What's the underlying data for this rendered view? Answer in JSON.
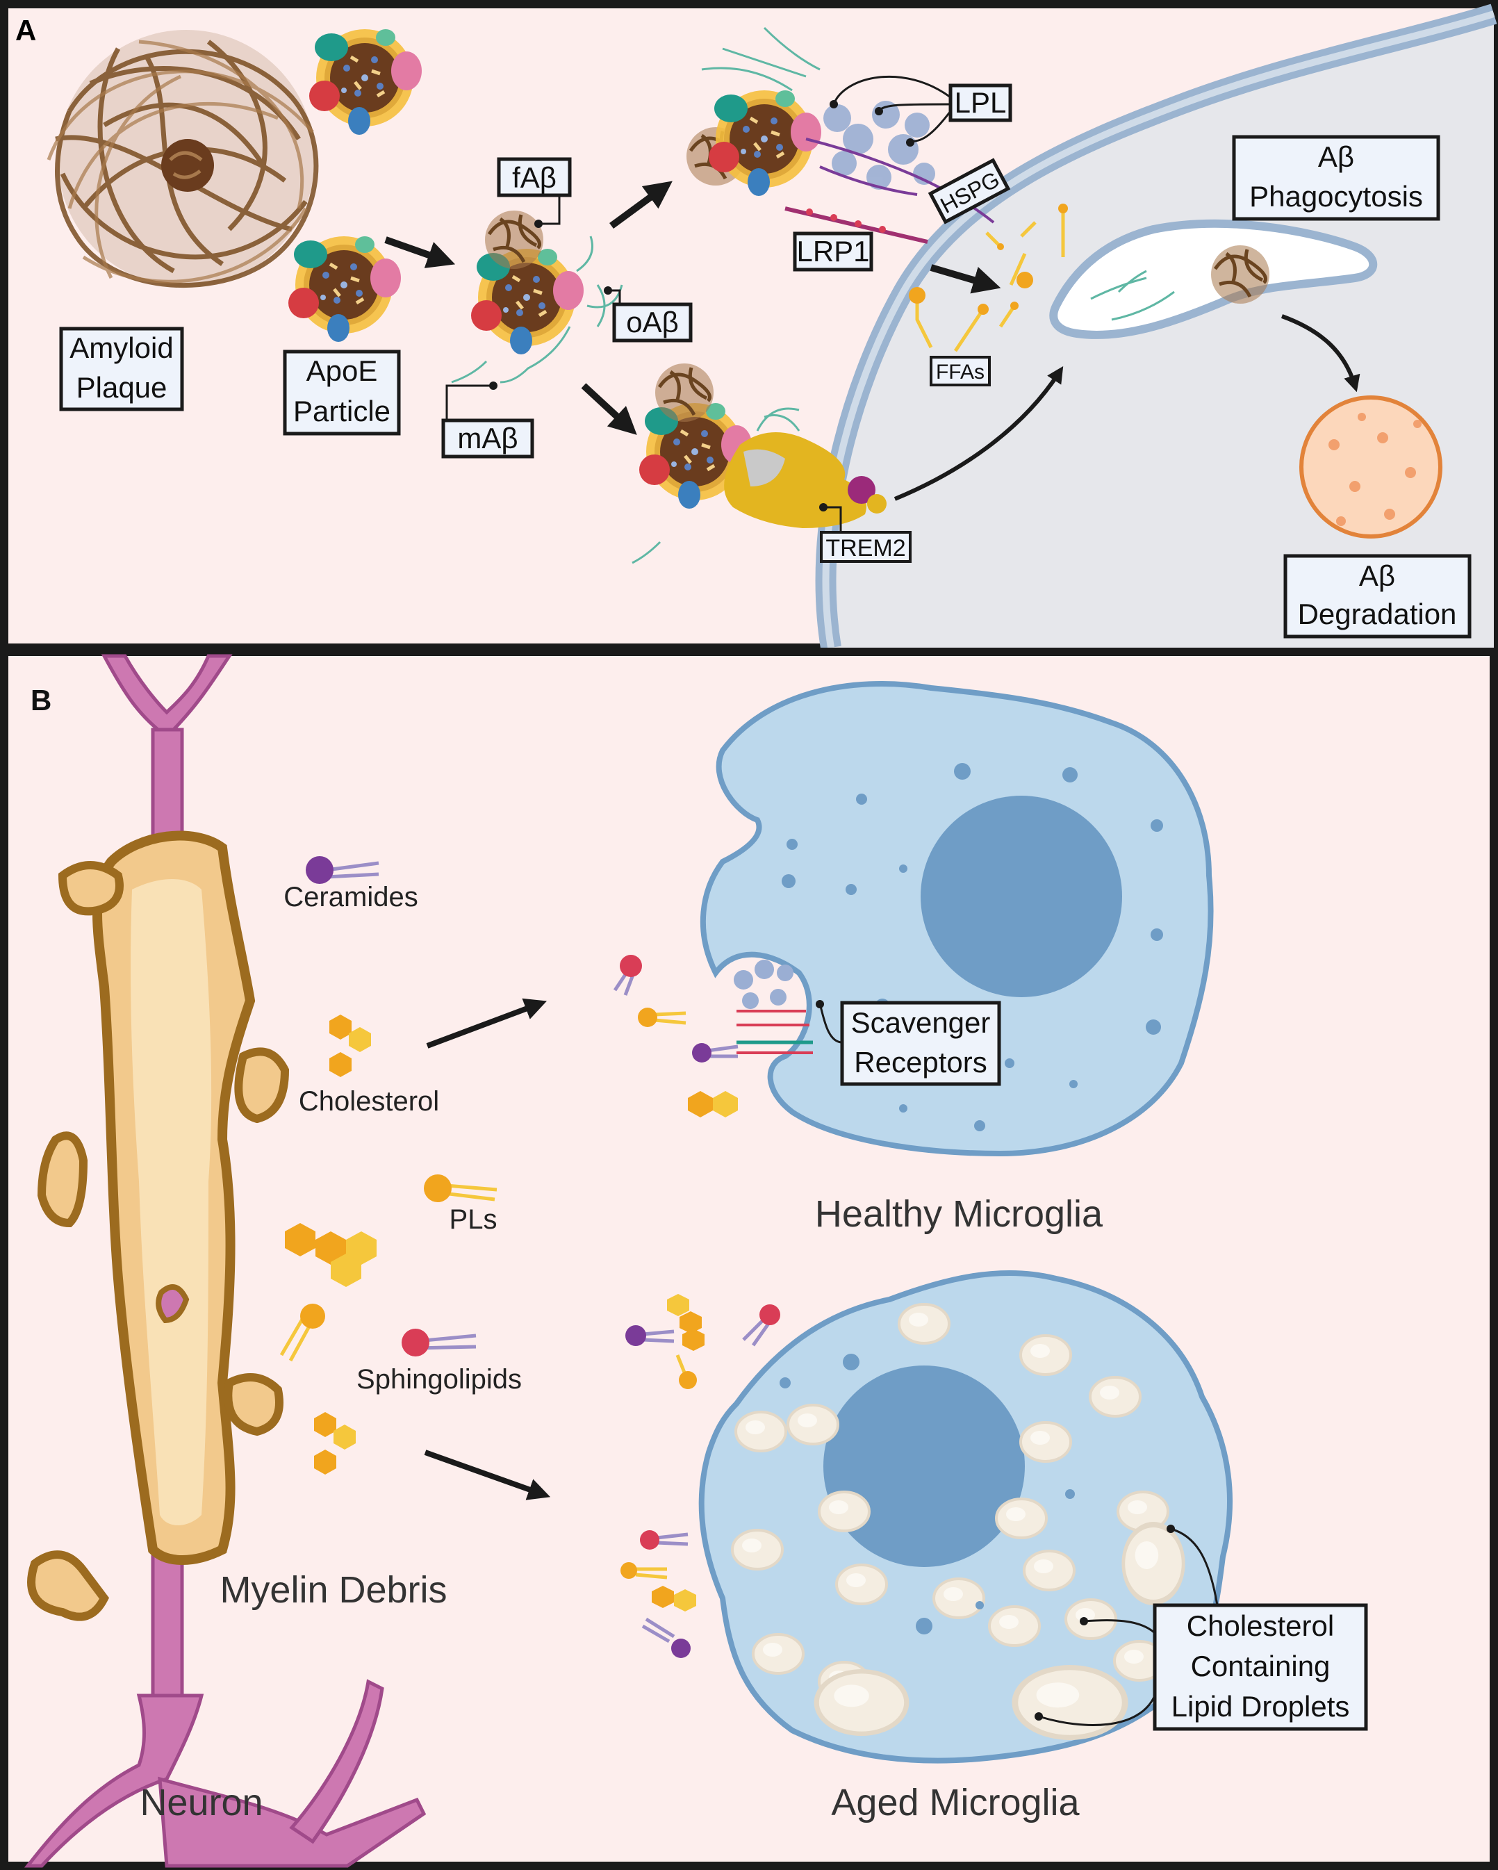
{
  "panel_a": {
    "letter": "A",
    "labels": {
      "amyloid_plaque": [
        "Amyloid",
        "Plaque"
      ],
      "apoe_particle": [
        "ApoE",
        "Particle"
      ],
      "fab": "fAβ",
      "oab": "oAβ",
      "mab": "mAβ",
      "lpl": "LPL",
      "hspg": "HSPG",
      "lrp1": "LRP1",
      "ffas": "FFAs",
      "trem2": "TREM2",
      "phagocytosis": [
        "Aβ",
        "Phagocytosis"
      ],
      "degradation": [
        "Aβ",
        "Degradation"
      ]
    }
  },
  "panel_b": {
    "letter": "B",
    "labels": {
      "ceramides": "Ceramides",
      "cholesterol": "Cholesterol",
      "pls": "PLs",
      "sphingolipids": "Sphingolipids",
      "myelin_debris": "Myelin Debris",
      "neuron": "Neuron",
      "scavenger": [
        "Scavenger",
        "Receptors"
      ],
      "healthy": "Healthy Microglia",
      "aged": "Aged Microglia",
      "lipid_droplets": [
        "Cholesterol",
        "Containing",
        "Lipid Droplets"
      ]
    }
  },
  "colors": {
    "background": "#fdeeed",
    "cell": "#bcd8ec",
    "nucleus": "#6f9dc6",
    "membrane": "#9bb4d0",
    "cytoplasm": "#e6e7eb",
    "neuron": "#cd78b1",
    "myelin": "#9c6b1f",
    "cholesterol": "#f1a51e",
    "ceramide": "#7a3b98",
    "sphingolipid": "#d93d56"
  }
}
